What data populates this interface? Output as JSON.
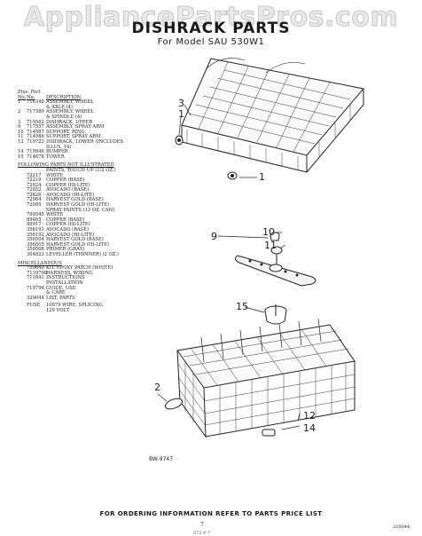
{
  "watermark": "AppliancePartsPros.com",
  "title": "DISHRACK PARTS",
  "subtitle": "For Model SAU 530W1",
  "parts_header": {
    "line1": "Illus.  Part",
    "no": "No.",
    "part_no": "No.",
    "description": "DESCRIPTION"
  },
  "parts": [
    {
      "illus": "1",
      "part": "716348",
      "desc": "ASSEMBLY, WHEEL"
    },
    {
      "illus": "",
      "part": "",
      "desc": "& AXLE (4)"
    },
    {
      "illus": "2",
      "part": "717589",
      "desc": "ASSEMBLY, WHEEL"
    },
    {
      "illus": "",
      "part": "",
      "desc": "& SPINDLE (4)"
    },
    {
      "illus": "3",
      "part": "719562",
      "desc": "DISHRACK, UPPER"
    },
    {
      "illus": "9",
      "part": "717557",
      "desc": "ASSEMBLY, SPRAY ARM"
    },
    {
      "illus": "10",
      "part": "714987",
      "desc": "SUPPORT, RING"
    },
    {
      "illus": "11",
      "part": "714986",
      "desc": "SUPPORT, SPRAY ARM"
    },
    {
      "illus": "12",
      "part": "719722",
      "desc": "DISHRACK, LOWER (INCLUDES"
    },
    {
      "illus": "",
      "part": "",
      "desc": "ILLUS. 14)"
    },
    {
      "illus": "14",
      "part": "719946",
      "desc": "BUMPER"
    },
    {
      "illus": "15",
      "part": "714678",
      "desc": "TOWER"
    }
  ],
  "not_illustrated_title": "FOLLOWING PARTS NOT ILLUSTRATED",
  "not_illustrated": [
    {
      "part": "",
      "desc": "PAINTS, TOUCH UP (1/2 OZ.)"
    },
    {
      "part": "72217",
      "desc": "WHITE"
    },
    {
      "part": "72219",
      "desc": "COPPER (BASE)"
    },
    {
      "part": "72824",
      "desc": "COPPER (HI-LITE)"
    },
    {
      "part": "72852",
      "desc": "AVOCADO (BASE)"
    },
    {
      "part": "72826",
      "desc": "AVOCADO (HI-LITE)"
    },
    {
      "part": "72984",
      "desc": "HARVEST GOLD (BASE)"
    },
    {
      "part": "72095",
      "desc": "HARVEST GOLD (HI-LITE)"
    },
    {
      "part": "",
      "desc": "SPRAY PAINTS (13 OZ. CAN)"
    },
    {
      "part": "799545",
      "desc": "WHITE"
    },
    {
      "part": "89465",
      "desc": "COPPER (BASE)"
    },
    {
      "part": "89917",
      "desc": "COPPER (HI-LITE)"
    },
    {
      "part": "356191",
      "desc": "AVOCADO (BASE)"
    },
    {
      "part": "356192",
      "desc": "AVOCADO (HI-LITE)"
    },
    {
      "part": "356504",
      "desc": "HARVEST GOLD (BASE)"
    },
    {
      "part": "356505",
      "desc": "HARVEST GOLD (HI-LITE)"
    },
    {
      "part": "350508",
      "desc": "PRIMER (GRAY)"
    },
    {
      "part": "304823",
      "desc": "LEVELLER (THINNER) (2 OZ.)"
    }
  ],
  "misc_title": "MISCELLANEOUS",
  "misc": [
    {
      "part": "799640",
      "desc": "KIT, EPOXY PATCH (WHITE)"
    },
    {
      "part": "7119708",
      "desc": "HARNESS, WIRING"
    },
    {
      "part": "711841",
      "desc": "INSTRUCTIONS"
    },
    {
      "part": "",
      "desc": "INSTALLATION"
    },
    {
      "part": "719796",
      "desc": "GUIDE, USE"
    },
    {
      "part": "",
      "desc": "& CARE"
    },
    {
      "part": "320044",
      "desc": "LIST, PARTS"
    }
  ],
  "fuse": [
    {
      "part": "FUSE",
      "desc": "10879 WIRE, SPLICING"
    },
    {
      "part": "",
      "desc": "120 VOLT"
    }
  ],
  "callouts": {
    "c1": "1",
    "c2": "2",
    "c3": "3",
    "c9": "9",
    "c10": "10",
    "c11": "11",
    "c12": "12",
    "c14": "14",
    "c15": "15"
  },
  "bw_number": "BW-9747",
  "order_info": "FOR ORDERING INFORMATION REFER TO PARTS PRICE LIST",
  "page_number": "7",
  "doc_code": "320044",
  "handwriting": "572-F-7"
}
